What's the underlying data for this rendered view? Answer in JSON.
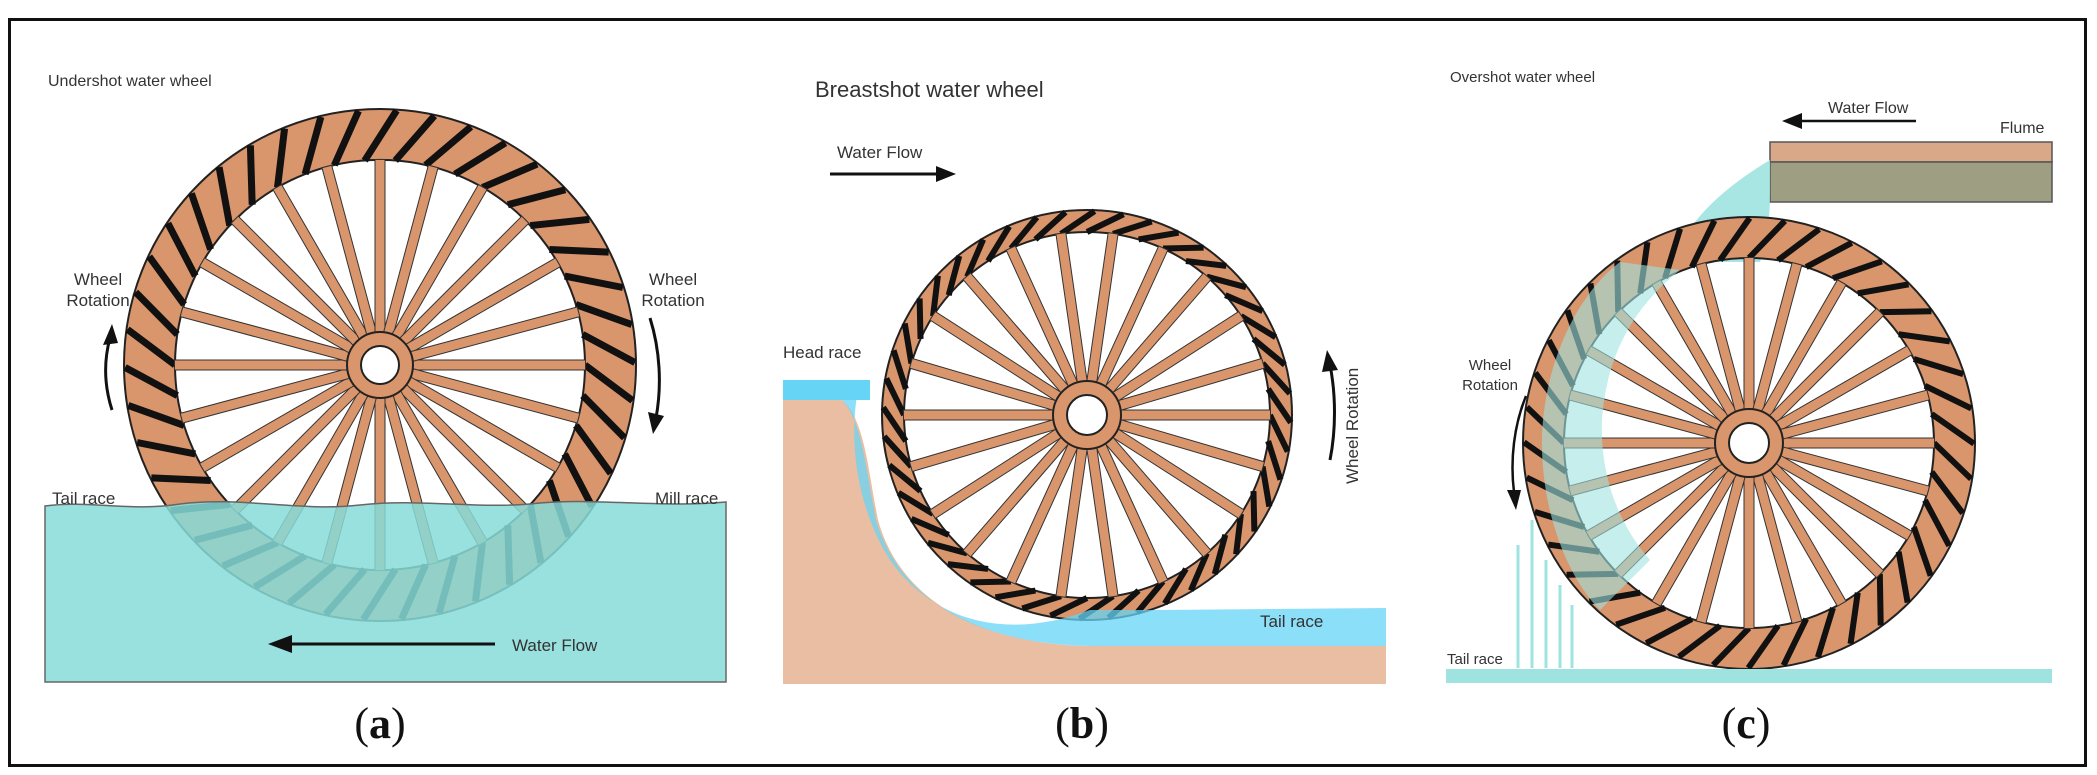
{
  "panels": [
    {
      "id": "a",
      "title": "Undershot water wheel",
      "labels": {
        "rotation_left": [
          "Wheel",
          "Rotation"
        ],
        "rotation_right": [
          "Wheel",
          "Rotation"
        ],
        "tail_race": "Tail race",
        "mill_race": "Mill race",
        "water_flow": "Water Flow"
      },
      "caption_letter": "a"
    },
    {
      "id": "b",
      "title": "Breastshot water wheel",
      "labels": {
        "water_flow": "Water Flow",
        "head_race": "Head race",
        "wheel_rotation": "Wheel Rotation",
        "tail_race": "Tail race"
      },
      "caption_letter": "b"
    },
    {
      "id": "c",
      "title": "Overshot water wheel",
      "labels": {
        "water_flow": "Water Flow",
        "flume": "Flume",
        "rotation": [
          "Wheel",
          "Rotation"
        ],
        "tail_race": "Tail race"
      },
      "caption_letter": "c"
    }
  ],
  "colors": {
    "wood": "#d9956b",
    "paddle": "#111111",
    "water_a": "#86dcd8",
    "water_b": "#66d4f5",
    "water_c": "#9fe3e0",
    "ground": "#e9bea2",
    "flume_wood": "#d9a889",
    "flume_water": "#9e9e82"
  }
}
